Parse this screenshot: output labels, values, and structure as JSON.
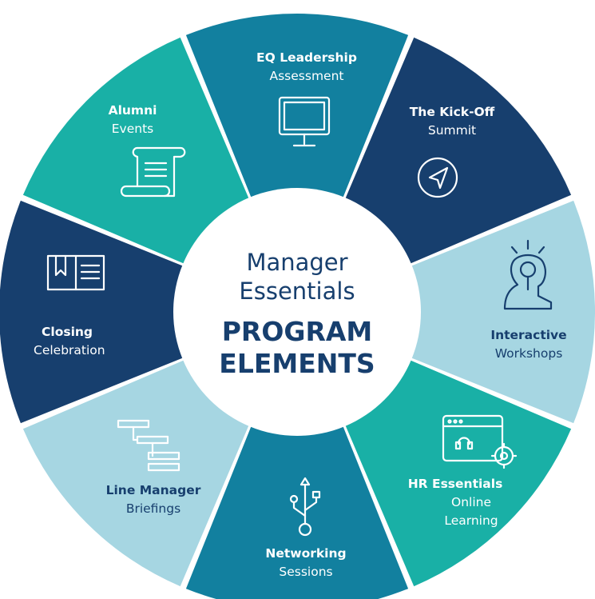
{
  "title": {
    "line1": "Manager",
    "line2": "Essentials",
    "line3": "PROGRAM",
    "line4": "ELEMENTS"
  },
  "segments": [
    {
      "title": "EQ Leadership",
      "subtitle": "Assessment",
      "icon": "monitor-icon",
      "color": "#12809f"
    },
    {
      "title": "The Kick-Off",
      "subtitle": "Summit",
      "icon": "navigation-arrow-icon",
      "color": "#173f6e"
    },
    {
      "title": "Interactive",
      "subtitle": "Workshops",
      "icon": "lightbulb-head-icon",
      "color": "#a6d6e2"
    },
    {
      "title": "HR Essentials",
      "subtitle": "Online",
      "subtitle2": "Learning",
      "icon": "browser-gear-icon",
      "color": "#19b0a6"
    },
    {
      "title": "Networking",
      "subtitle": "Sessions",
      "icon": "usb-icon",
      "color": "#12809f"
    },
    {
      "title": "Line Manager",
      "subtitle": "Briefings",
      "icon": "gantt-chart-icon",
      "color": "#a6d6e2"
    },
    {
      "title": "Closing",
      "subtitle": "Celebration",
      "icon": "book-bookmark-icon",
      "color": "#173f6e"
    },
    {
      "title": "Alumni",
      "subtitle": "Events",
      "icon": "scroll-icon",
      "color": "#19b0a6"
    }
  ],
  "colors": {
    "navy": "#173f6e",
    "teal": "#19b0a6",
    "blue_teal": "#12809f",
    "light_blue": "#a6d6e2",
    "white": "#ffffff"
  }
}
